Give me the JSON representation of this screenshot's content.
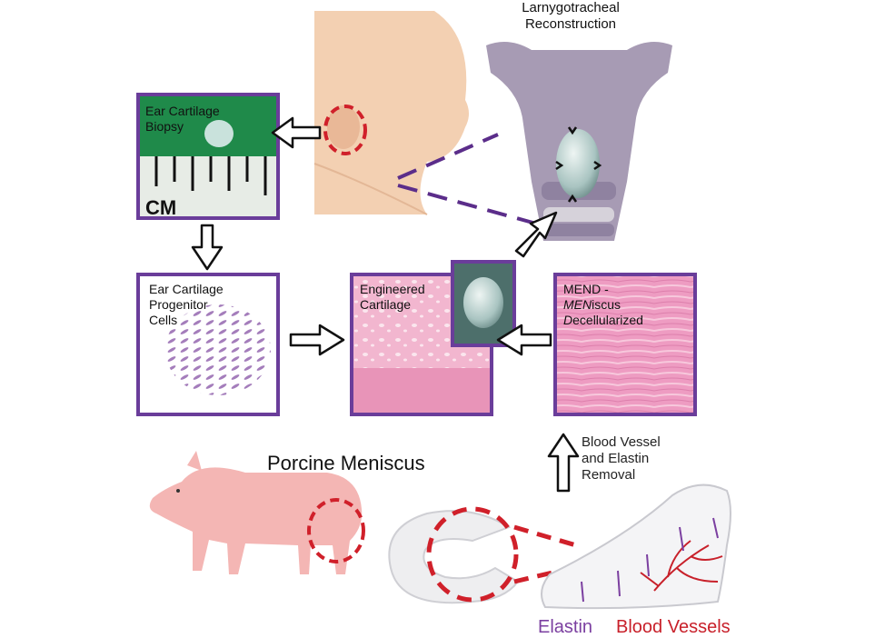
{
  "labels": {
    "laryngo_line1": "Larnygotracheal",
    "laryngo_line2": "Reconstruction",
    "biopsy_line1": "Ear Cartilage",
    "biopsy_line2": "Biopsy",
    "ruler_text": "CM",
    "progenitor_line1": "Ear Cartilage",
    "progenitor_line2": "Progenitor",
    "progenitor_line3": "Cells",
    "engineered_line1": "Engineered",
    "engineered_line2": "Cartilage",
    "mend_line1": "MEND -",
    "mend_line2_italic": "MEN",
    "mend_line2_rest": "iscus",
    "mend_line3_italic": "D",
    "mend_line3_rest": "ecellularized",
    "blood_line1": "Blood Vessel",
    "blood_line2": "and Elastin",
    "blood_line3": "Removal",
    "porcine": "Porcine Meniscus",
    "elastin": "Elastin",
    "blood_vessels": "Blood Vessels"
  },
  "colors": {
    "frame_purple": "#6a3d9a",
    "dashed_red": "#d0202a",
    "dashed_purple": "#5b2d8a",
    "elastin_text": "#7b3fa0",
    "blood_text": "#c8202a",
    "tissue_pink": "#e9a6c4",
    "biopsy_green": "#1f8a4a",
    "trachea_gray": "#a79bb4"
  }
}
